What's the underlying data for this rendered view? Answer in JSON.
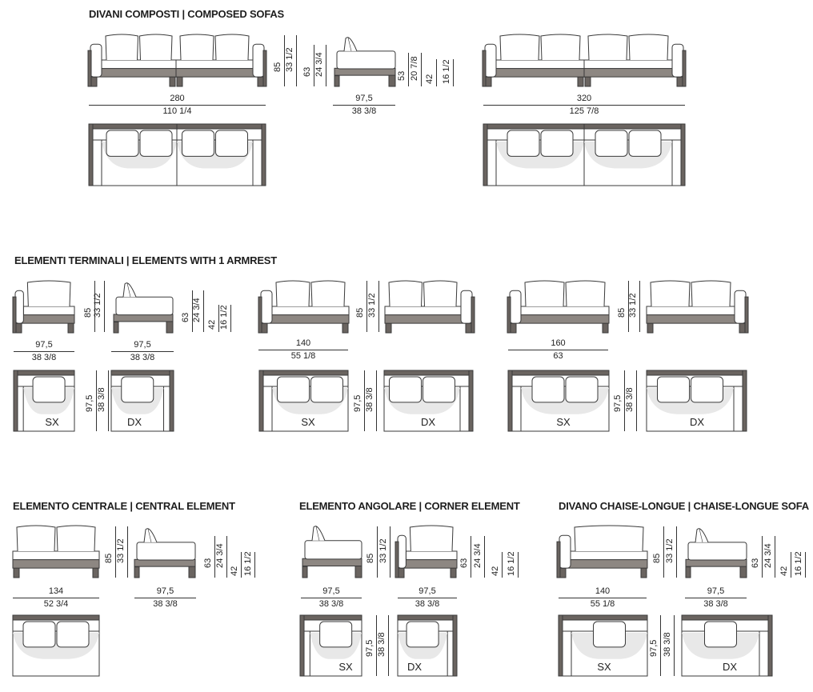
{
  "sections": {
    "composed": {
      "title": "DIVANI COMPOSTI  |  COMPOSED SOFAS"
    },
    "terminal": {
      "title": "ELEMENTI TERMINALI  |  ELEMENTS WITH 1 ARMREST"
    },
    "central": {
      "title": "ELEMENTO CENTRALE  |  CENTRAL ELEMENT"
    },
    "corner": {
      "title": "ELEMENTO ANGOLARE  |  CORNER ELEMENT"
    },
    "chaise": {
      "title": "DIVANO CHAISE-LONGUE  |  CHAISE-LONGUE SOFA"
    }
  },
  "dims": {
    "h85": "85",
    "h85_in": "33 1/2",
    "h63": "63",
    "h63_in": "24 3/4",
    "h53": "53",
    "h53_in": "20 7/8",
    "h42": "42",
    "h42_in": "16 1/2",
    "d97": "97,5",
    "d97_in": "38 3/8",
    "w280": "280",
    "w280_in": "110 1/4",
    "w320": "320",
    "w320_in": "125 7/8",
    "w140": "140",
    "w140_in": "55 1/8",
    "w160": "160",
    "w160_in": "63",
    "w134": "134",
    "w134_in": "52 3/4"
  },
  "labels": {
    "left": "SX",
    "right": "DX"
  }
}
